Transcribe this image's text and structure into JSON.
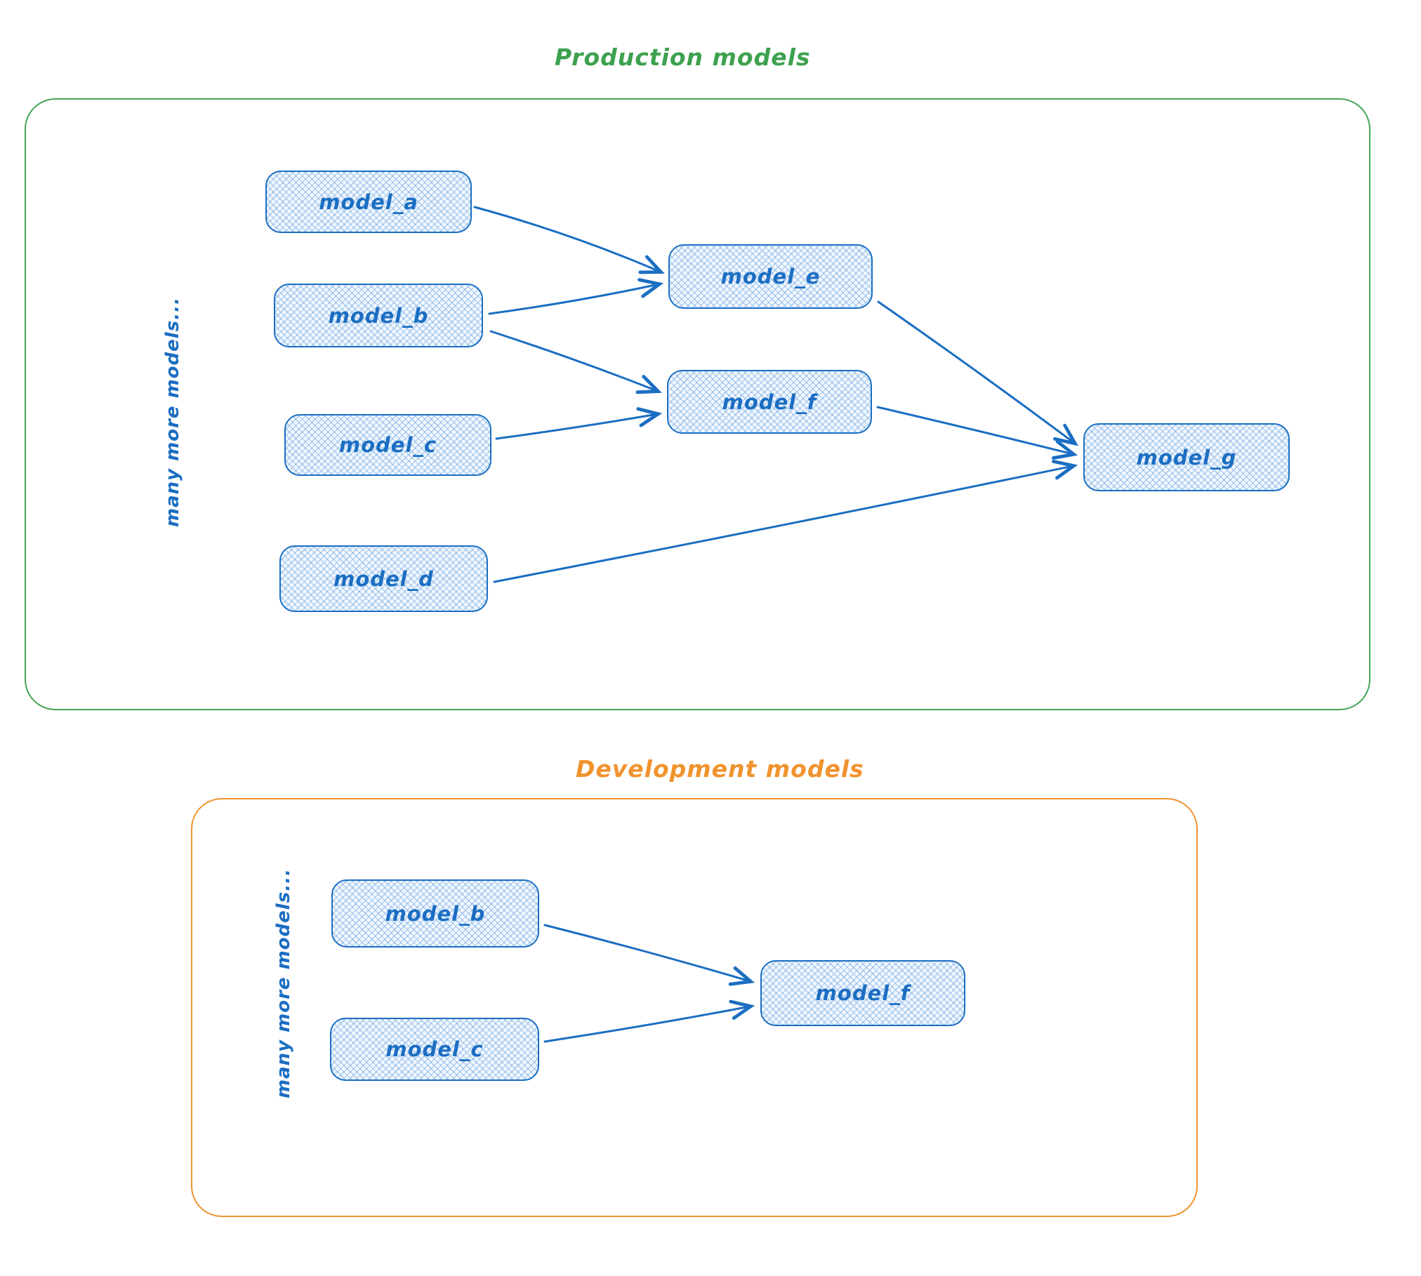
{
  "colors": {
    "node_stroke": "#1b6ec2",
    "node_fill": "#eaf3fd",
    "production_frame": "#44a458",
    "development_frame": "#f0932e"
  },
  "production": {
    "title": "Production models",
    "side_note": "many more models...",
    "nodes": [
      {
        "id": "model_a",
        "label": "model_a"
      },
      {
        "id": "model_b",
        "label": "model_b"
      },
      {
        "id": "model_c",
        "label": "model_c"
      },
      {
        "id": "model_d",
        "label": "model_d"
      },
      {
        "id": "model_e",
        "label": "model_e"
      },
      {
        "id": "model_f",
        "label": "model_f"
      },
      {
        "id": "model_g",
        "label": "model_g"
      }
    ],
    "edges": [
      {
        "from": "model_a",
        "to": "model_e"
      },
      {
        "from": "model_b",
        "to": "model_e"
      },
      {
        "from": "model_b",
        "to": "model_f"
      },
      {
        "from": "model_c",
        "to": "model_f"
      },
      {
        "from": "model_e",
        "to": "model_g"
      },
      {
        "from": "model_f",
        "to": "model_g"
      },
      {
        "from": "model_d",
        "to": "model_g"
      }
    ]
  },
  "development": {
    "title": "Development models",
    "side_note": "many more models...",
    "nodes": [
      {
        "id": "model_b",
        "label": "model_b"
      },
      {
        "id": "model_c",
        "label": "model_c"
      },
      {
        "id": "model_f",
        "label": "model_f"
      }
    ],
    "edges": [
      {
        "from": "model_b",
        "to": "model_f"
      },
      {
        "from": "model_c",
        "to": "model_f"
      }
    ]
  }
}
